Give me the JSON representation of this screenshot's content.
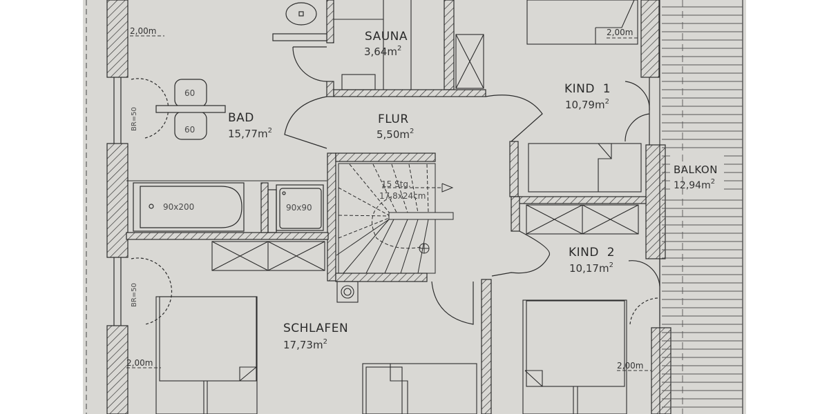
{
  "plan": {
    "colors": {
      "paper": "#d9d8d4",
      "line": "#2b2b2b",
      "margin": "#ffffff"
    },
    "rooms": [
      {
        "id": "bad",
        "name": "BAD",
        "area": "15,77m",
        "unit_sup": "2"
      },
      {
        "id": "sauna",
        "name": "SAUNA",
        "area": "3,64m",
        "unit_sup": "2"
      },
      {
        "id": "flur",
        "name": "FLUR",
        "area": "5,50m",
        "unit_sup": "2"
      },
      {
        "id": "kind1",
        "name": "KIND  1",
        "area": "10,79m",
        "unit_sup": "2"
      },
      {
        "id": "kind2",
        "name": "KIND  2",
        "area": "10,17m",
        "unit_sup": "2"
      },
      {
        "id": "balkon",
        "name": "BALKON",
        "area": "12,94m",
        "unit_sup": "2"
      },
      {
        "id": "schlafen",
        "name": "SCHLAFEN",
        "area": "17,73m",
        "unit_sup": "2"
      }
    ],
    "stairs": {
      "steps": "15 Stg.",
      "size": "17,8x24cm"
    },
    "fixtures": {
      "sink_top": "60",
      "sink_bottom": "60",
      "bathtub": "90x200",
      "shower": "90x90"
    },
    "windows": {
      "bad_br": "BR=50",
      "schlafen_br": "BR=50"
    },
    "dimensions": {
      "bad_height": "2,00m",
      "kind1_height": "2,00m",
      "schlafen_height": "2,00m",
      "kind2_height": "2,00m"
    }
  }
}
